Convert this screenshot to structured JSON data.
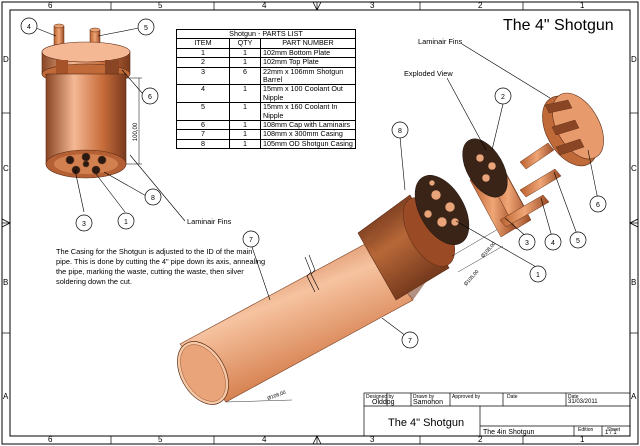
{
  "title": "The 4\" Shotgun",
  "zones": {
    "top": [
      "6",
      "5",
      "4",
      "3",
      "2",
      "1"
    ],
    "bottom": [
      "6",
      "5",
      "4",
      "3",
      "2",
      "1"
    ],
    "left": [
      "D",
      "C",
      "B",
      "A"
    ],
    "right": [
      "D",
      "C",
      "B",
      "A"
    ]
  },
  "parts_list": {
    "caption": "Shotgun - PARTS LIST",
    "headers": [
      "ITEM",
      "QTY",
      "PART NUMBER"
    ],
    "rows": [
      [
        "1",
        "1",
        "102mm Bottom Plate"
      ],
      [
        "2",
        "1",
        "102mm Top Plate"
      ],
      [
        "3",
        "6",
        "22mm x 106mm Shotgun Barrel"
      ],
      [
        "4",
        "1",
        "15mm x 100 Coolant Out Nipple"
      ],
      [
        "5",
        "1",
        "15mm x 160 Coolant In Nipple"
      ],
      [
        "6",
        "1",
        "108mm Cap with Laminairs"
      ],
      [
        "7",
        "1",
        "108mm x 300mm Casing"
      ],
      [
        "8",
        "1",
        "105mm OD Shotgun Casing"
      ]
    ]
  },
  "labels": {
    "laminair_fins_top": "Laminair Fins",
    "laminair_fins_left": "Laminair Fins",
    "exploded_view": "Exploded View",
    "dim_100": "100,00",
    "dim_diag1": "Ø108,00",
    "dim_diag2": "Ø105,00",
    "dim_bottom": "Ø108,00"
  },
  "balloons": {
    "b4_left": "4",
    "b5_left": "5",
    "b6_left": "6",
    "b8_left": "8",
    "b3_left": "3",
    "b1_left": "1",
    "b8_mid": "8",
    "b2_right": "2",
    "b3_right": "3",
    "b4_right": "4",
    "b5_right": "5",
    "b1_right": "1",
    "b6_right": "6",
    "b7_top": "7",
    "b7_bottom": "7"
  },
  "note": "The Casing for the Shotgun is adjusted to the ID of the main pipe.  This is done by cutting the 4\" pipe down its axis, annealing the pipe, marking the waste, cutting the waste, then silver soldering down the cut.",
  "title_block": {
    "designed_by_label": "Designed by",
    "designed_by": "Olddog",
    "drawn_by_label": "Drawn by",
    "drawn_by": "Samohon",
    "approved_by_label": "Approved by",
    "date_label1": "Date",
    "date_label2": "Date",
    "date": "31/03/2011",
    "title": "The 4\" Shotgun",
    "name": "The 4in Shotgun",
    "edition_label": "Edition",
    "sheet_label": "Sheet",
    "sheet": "1 / 1"
  },
  "colors": {
    "copper_light": "#f0b08a",
    "copper_mid": "#d07a48",
    "copper_dark": "#8a4524",
    "copper_casing": "#a8582e",
    "disc": "#3a2418"
  }
}
